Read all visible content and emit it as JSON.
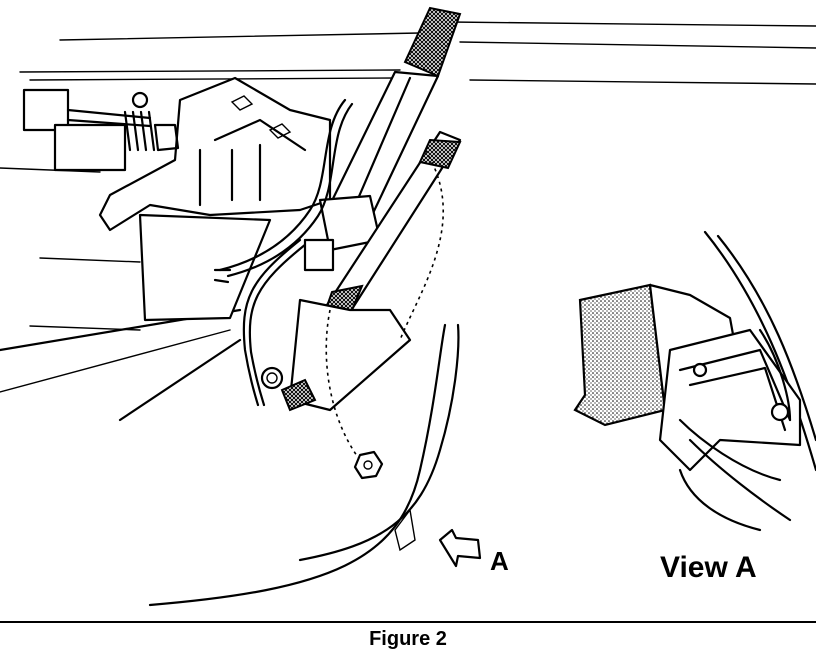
{
  "figure": {
    "caption": "Figure 2",
    "arrow_label": "A",
    "view_label": "View A"
  }
}
